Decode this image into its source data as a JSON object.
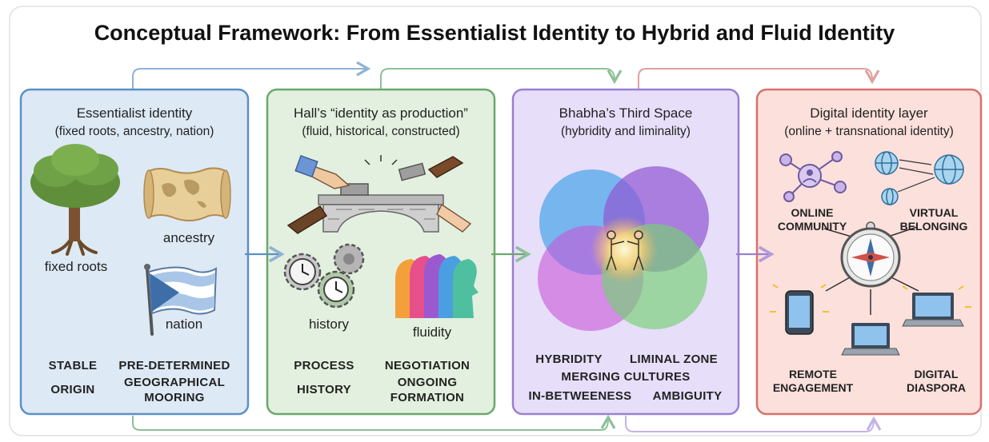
{
  "title": "Conceptual Framework: From Essentialist Identity to Hybrid and Fluid Identity",
  "colors": {
    "blue_panel": "#dde9f5",
    "blue_border": "#5b8fc7",
    "green_panel": "#e3f0df",
    "green_border": "#6aa86a",
    "purple_panel": "#e7defa",
    "purple_border": "#9a7fd1",
    "red_panel": "#fbe0dc",
    "red_border": "#d9706a"
  },
  "panels": [
    {
      "heading": "Essentialist identity",
      "subheading": "(fixed roots, ancestry, nation)",
      "icons": [
        "tree-icon",
        "map-scroll-icon",
        "flag-icon"
      ],
      "labels": [
        "fixed roots",
        "ancestry",
        "nation"
      ],
      "keywords": [
        "STABLE",
        "PRE-DETERMINED",
        "ORIGIN",
        "GEOGRAPHICAL",
        "MOORING"
      ]
    },
    {
      "heading": "Hall’s “identity as production”",
      "subheading": "(fluid, historical, constructed)",
      "icons": [
        "bridge-building-icon",
        "gears-clock-icon",
        "silhouettes-icon"
      ],
      "labels": [
        "history",
        "fluidity"
      ],
      "keywords": [
        "PROCESS",
        "NEGOTIATION",
        "HISTORY",
        "ONGOING",
        "FORMATION"
      ]
    },
    {
      "heading": "Bhabha’s Third Space",
      "subheading": "(hybridity and liminality)",
      "icons": [
        "venn-circles-icon",
        "meeting-figures-icon"
      ],
      "keywords": [
        "HYBRIDITY",
        "LIMINAL ZONE",
        "MERGING CULTURES",
        "IN-BETWEENESS",
        "AMBIGUITY"
      ]
    },
    {
      "heading": "Digital identity layer",
      "subheading": "(online + transnational identity)",
      "icons": [
        "network-icon",
        "globes-icon",
        "compass-icon",
        "smartphone-icon",
        "laptop-icon"
      ],
      "keywords": [
        "ONLINE",
        "COMMUNITY",
        "VIRTUAL",
        "BELONGING",
        "REMOTE",
        "ENGAGEMENT",
        "DIGITAL",
        "DIASPORA"
      ]
    }
  ]
}
